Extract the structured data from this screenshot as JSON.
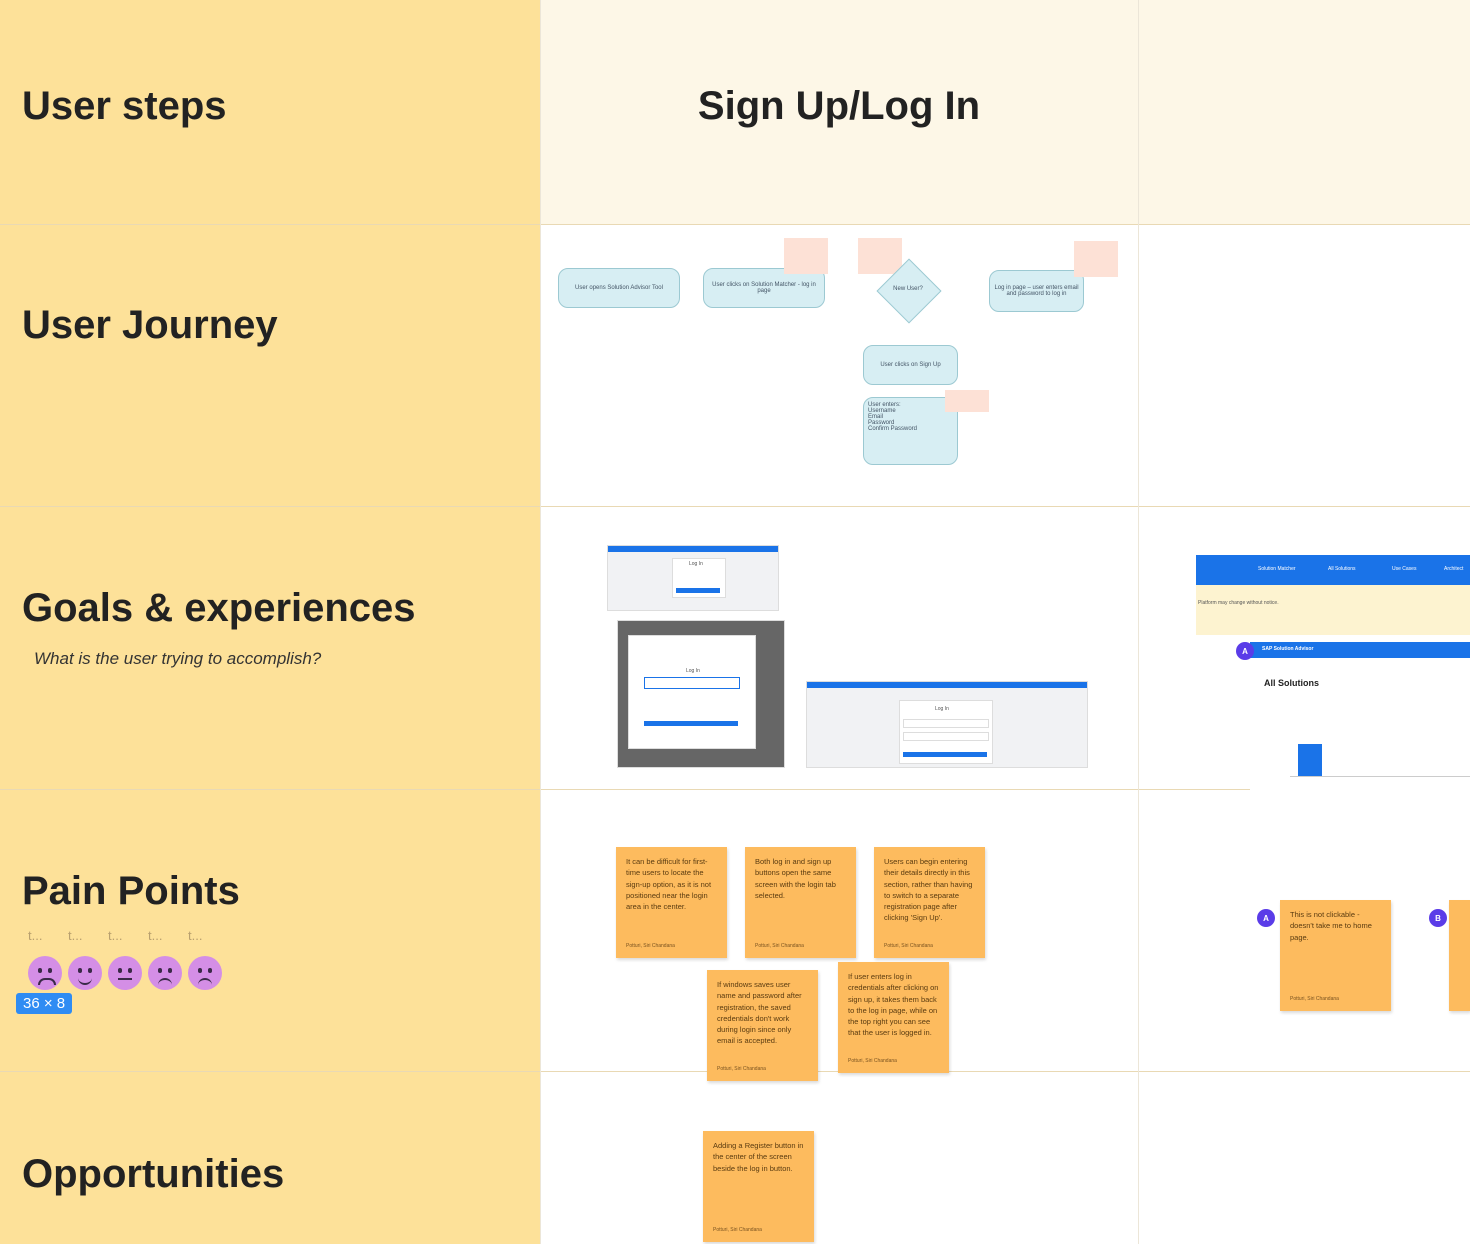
{
  "rows": {
    "user_steps": "User steps",
    "user_journey": "User Journey",
    "goals": "Goals & experiences",
    "goals_sub": "What is the user trying to accomplish?",
    "pain_points": "Pain Points",
    "opportunities": "Opportunities"
  },
  "phase": "Sign Up/Log In",
  "journey": {
    "node1": "User opens Solution Advisor Tool",
    "node2": "User clicks on Solution Matcher - log in page",
    "decision": "New User?",
    "node3": "Log in page – user enters email and password to log in",
    "node4": "User clicks on Sign Up",
    "node5_title": "User enters:",
    "node5_items": [
      "Username",
      "Email",
      "Password",
      "Confirm Password"
    ]
  },
  "screens": {
    "login": "Log In",
    "all_solutions": "All Solutions",
    "brand": "SAP Solution Advisor",
    "nav": [
      "Solution Matcher",
      "All Solutions",
      "Use Cases",
      "Architect"
    ],
    "banner": "Platform may change without notice."
  },
  "ratings": [
    "t...",
    "t...",
    "t...",
    "t...",
    "t..."
  ],
  "size_badge": "36 × 8",
  "pain_notes": [
    "It can be difficult for first-time users to locate the sign-up option, as it is not positioned near the login area in the center.",
    "Both log in and sign up buttons open the same screen with the login tab selected.",
    "Users can begin entering their details directly in this section, rather than having to switch to a separate registration page after clicking 'Sign Up'.",
    "If windows saves user name and password after registration, the saved credentials don't work during login since only email is accepted.",
    "If user enters log in credentials after clicking on sign up, it takes them back to the log in page, while on the top right you can see that the user is logged in.",
    "This is not clickable - doesn't take me to home page."
  ],
  "opportunity_notes": [
    "Adding a Register button in the center of the screen beside the log in button."
  ],
  "author": "Potturi, Siri Chandana",
  "avatars": [
    "A",
    "B"
  ],
  "colors": {
    "left_col": "#fde199",
    "header": "#fdf7e7",
    "sticky": "#fdbb5e",
    "node": "#d7eef3",
    "pink": "#fde1d6",
    "brand": "#1a73e8",
    "avatar": "#5a3ce8"
  }
}
